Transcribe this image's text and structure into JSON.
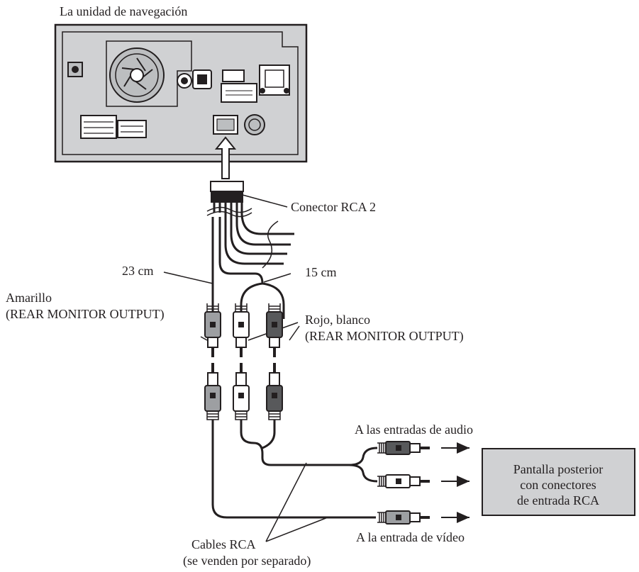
{
  "labels": {
    "unit_title": "La unidad de navegación",
    "rca_connector": "Conector RCA 2",
    "len_23": "23 cm",
    "len_15": "15 cm",
    "yellow_line1": "Amarillo",
    "yellow_line2": "(REAR MONITOR OUTPUT)",
    "redwhite_line1": "Rojo, blanco",
    "redwhite_line2": "(REAR MONITOR OUTPUT)",
    "audio_inputs": "A las entradas de audio",
    "video_input": "A la entrada de vídeo",
    "cables_line1": "Cables RCA",
    "cables_line2": "(se venden por separado)"
  },
  "rear_display": {
    "line1": "Pantalla posterior",
    "line2": "con conectores",
    "line3": "de entrada RCA"
  },
  "colors": {
    "unit_fill": "#d0d1d3",
    "display_fill": "#d0d1d3",
    "plug_gray": "#9d9fa2",
    "plug_dark": "#58595b",
    "plug_white": "#ffffff",
    "ink": "#231f20"
  }
}
